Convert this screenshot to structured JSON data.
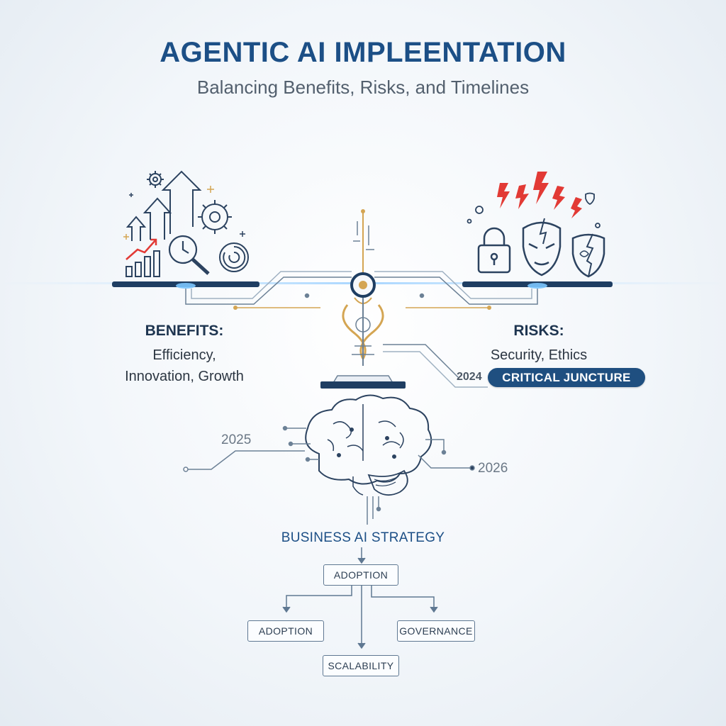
{
  "title": "AGENTIC AI IMPLEENTATION",
  "subtitle": "Balancing Benefits, Risks, and Timelines",
  "benefits": {
    "heading": "BENEFITS:",
    "line1": "Efficiency,",
    "line2": "Innovation, Growth"
  },
  "risks": {
    "heading": "RISKS:",
    "line1": "Security, Ethics"
  },
  "timeline": {
    "y2024": "2024",
    "critical_label": "CRITICAL JUNCTURE",
    "y2025": "2025",
    "y2026": "2026"
  },
  "strategy": {
    "title": "BUSINESS AI STRATEGY",
    "top": "ADOPTION",
    "left": "ADOPTION",
    "right": "GOVERNANCE",
    "bottom": "SCALABILITY"
  },
  "colors": {
    "primary_blue": "#1c4f86",
    "gold": "#d4a553",
    "risk_red": "#e23a35",
    "line_gray": "#6c8196"
  },
  "icons": [
    "gear-icon",
    "arrow-up-icon",
    "magnifier-clock-icon",
    "bar-chart-icon",
    "lightning-icon",
    "padlock-icon",
    "mask-icon",
    "cracked-shield-icon",
    "brain-icon"
  ]
}
